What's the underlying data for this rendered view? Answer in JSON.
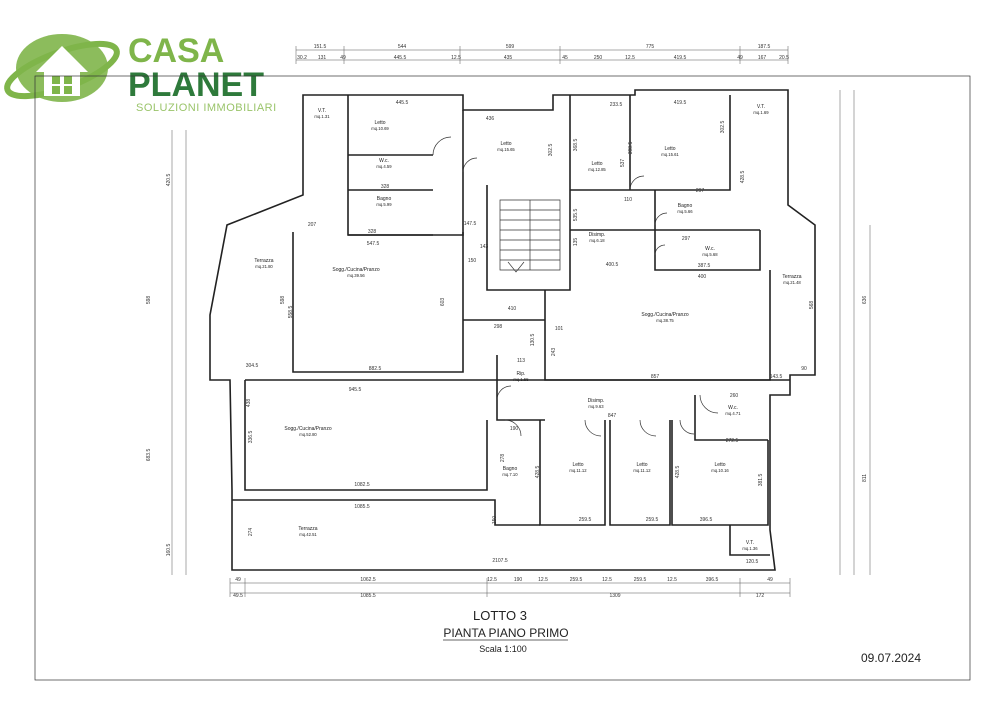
{
  "logo": {
    "word1": "CASA",
    "word2": "PLANET",
    "tagline": "SOLUZIONI IMMOBILIARI",
    "colors": {
      "light_green": "#7fb54a",
      "dark_green": "#2e7a3b"
    },
    "icon": "house-globe-icon"
  },
  "title": {
    "lot": "LOTTO 3",
    "plan": "PIANTA PIANO PRIMO",
    "scale": "Scala 1:100"
  },
  "date": "09.07.2024",
  "rooms": [
    {
      "name": "V.T.",
      "area": "mq.1.31"
    },
    {
      "name": "Letto",
      "area": "mq.10.69"
    },
    {
      "name": "W.c.",
      "area": "mq.4.59"
    },
    {
      "name": "Bagno",
      "area": "mq.5.99"
    },
    {
      "name": "Letto",
      "area": "mq.15.65"
    },
    {
      "name": "Letto",
      "area": "mq.12.85"
    },
    {
      "name": "Letto",
      "area": "mq.15.61"
    },
    {
      "name": "V.T.",
      "area": "mq.1.69"
    },
    {
      "name": "Bagno",
      "area": "mq.5.66"
    },
    {
      "name": "Disimp.",
      "area": "mq.6.18"
    },
    {
      "name": "W.c.",
      "area": "mq.5.68"
    },
    {
      "name": "Terrazza",
      "area": "mq.21.80"
    },
    {
      "name": "Sogg./Cucina/Pranzo",
      "area": "mq.39.56"
    },
    {
      "name": "Terrazza",
      "area": "mq.21.48"
    },
    {
      "name": "Sogg./Cucina/Pranzo",
      "area": "mq.38.75"
    },
    {
      "name": "Rip.",
      "area": "mq.1.55"
    },
    {
      "name": "Disimp.",
      "area": "mq.9.63"
    },
    {
      "name": "W.c.",
      "area": "mq.4.71"
    },
    {
      "name": "Sogg./Cucina/Pranzo",
      "area": "mq.52.80"
    },
    {
      "name": "Bagno",
      "area": "mq.7.10"
    },
    {
      "name": "Letto",
      "area": "mq.11.12"
    },
    {
      "name": "Letto",
      "area": "mq.11.12"
    },
    {
      "name": "Letto",
      "area": "mq.10.16"
    },
    {
      "name": "Terrazza",
      "area": "mq.42.51"
    },
    {
      "name": "V.T.",
      "area": "mq.1.36"
    }
  ],
  "dims_top_row1": [
    "151.5",
    "544",
    "599",
    "775",
    "187.5"
  ],
  "dims_top_row2": [
    "30.2",
    "131",
    "49",
    "445.5",
    "12.5",
    "435",
    "45",
    "250",
    "12.5",
    "419.5",
    "49",
    "167",
    "20.5"
  ],
  "dims_bottom_row1": [
    "49",
    "1062.5",
    "12.5",
    "190",
    "12.5",
    "259.5",
    "12.5",
    "259.5",
    "12.5",
    "396.5",
    "49"
  ],
  "dims_bottom_row2": [
    "49.5",
    "1085.5",
    "1309",
    "172"
  ],
  "dims_left": [
    "420.5",
    "598",
    "683.5",
    "160.5"
  ],
  "dims_right": [
    "636",
    "811"
  ],
  "dims_interior": [
    "445.5",
    "436",
    "233.5",
    "419.5",
    "328",
    "328",
    "547.5",
    "207",
    "147.5",
    "150",
    "143",
    "400.5",
    "297",
    "297",
    "387.5",
    "400",
    "410",
    "298",
    "882.5",
    "945.5",
    "857",
    "304.5",
    "1082.5",
    "1085.5",
    "2107.5",
    "847",
    "272.5",
    "260",
    "190",
    "113",
    "396.5",
    "259.5",
    "259.5",
    "120.5",
    "143.5",
    "90",
    "603",
    "558.5",
    "598",
    "568",
    "428.5",
    "428.5",
    "381.5",
    "278",
    "438",
    "336.5",
    "302.5",
    "368.5",
    "537",
    "398.5",
    "302.5",
    "428.5",
    "535.5",
    "135",
    "130.5",
    "243",
    "101",
    "274",
    "150",
    "110"
  ]
}
